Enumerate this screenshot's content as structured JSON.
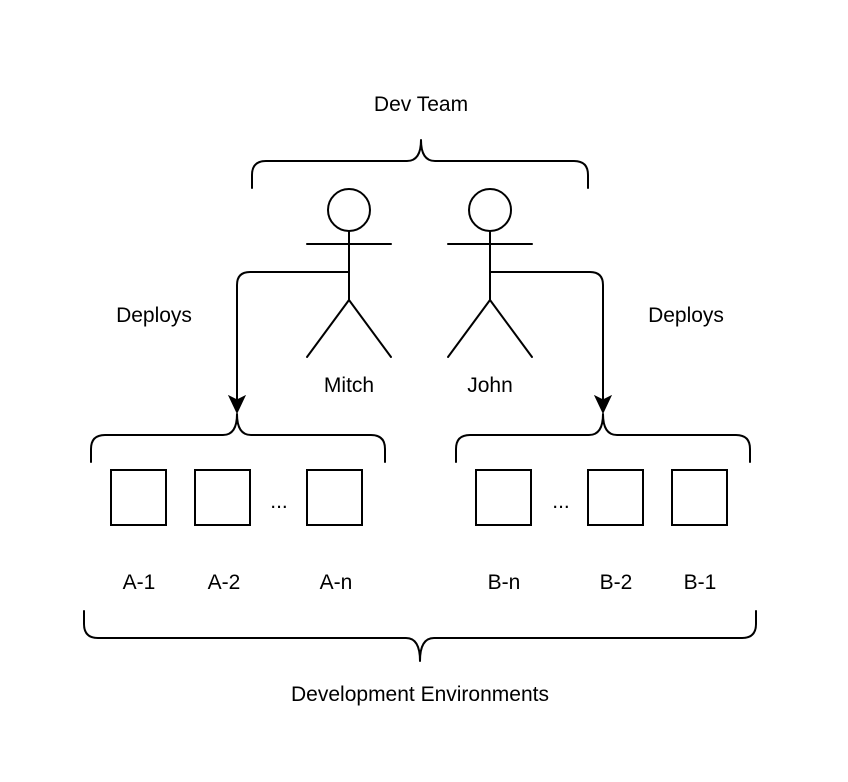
{
  "diagram": {
    "title": "Dev Team",
    "developers": [
      {
        "name": "Mitch",
        "action": "Deploys",
        "environment_group": "A"
      },
      {
        "name": "John",
        "action": "Deploys",
        "environment_group": "B"
      }
    ],
    "environments_a": {
      "labels": [
        "A-1",
        "A-2",
        "A-n"
      ],
      "ellipsis": "..."
    },
    "environments_b": {
      "labels": [
        "B-n",
        "B-2",
        "B-1"
      ],
      "ellipsis": "..."
    },
    "footer": "Development Environments"
  }
}
